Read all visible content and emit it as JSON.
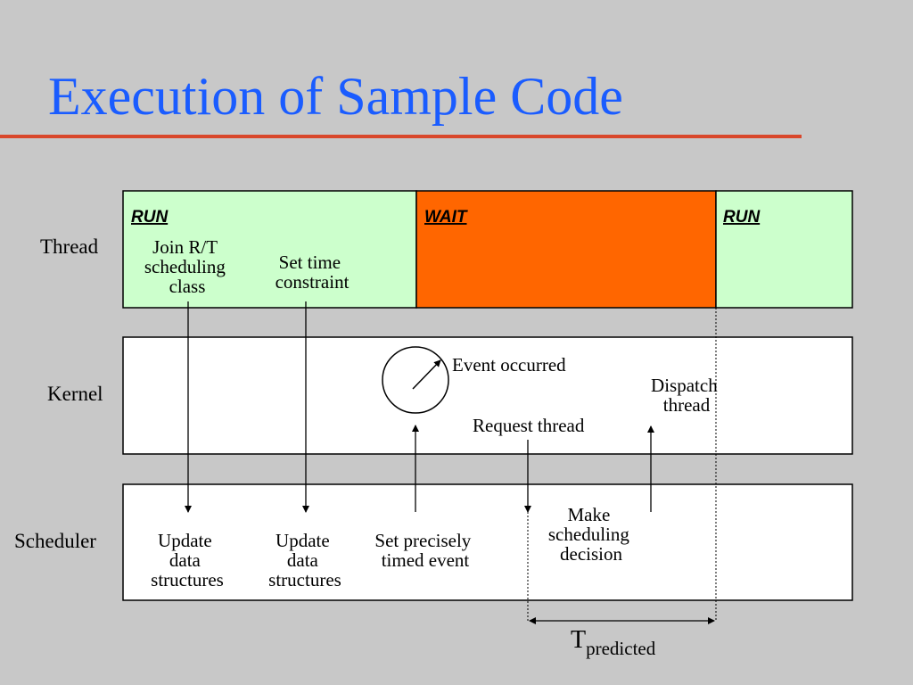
{
  "title": "Execution of Sample Code",
  "rows": {
    "thread": "Thread",
    "kernel": "Kernel",
    "scheduler": "Scheduler"
  },
  "thread_states": [
    {
      "label": "RUN",
      "color": "#ccffcc"
    },
    {
      "label": "WAIT",
      "color": "#ff6600"
    },
    {
      "label": "RUN",
      "color": "#ccffcc"
    }
  ],
  "thread_events": [
    [
      "Join R/T",
      "scheduling",
      "class"
    ],
    [
      "Set time",
      "constraint"
    ]
  ],
  "kernel_events": {
    "event_occurred": "Event occurred",
    "dispatch": [
      "Dispatch",
      "thread"
    ],
    "request": "Request thread"
  },
  "scheduler_events": [
    [
      "Update",
      "data",
      "structures"
    ],
    [
      "Update",
      "data",
      "structures"
    ],
    [
      "Set precisely",
      "timed event"
    ],
    [
      "Make",
      "scheduling",
      "decision"
    ]
  ],
  "t_predicted": {
    "base": "T",
    "sub": "predicted"
  },
  "colors": {
    "title": "#1a5cff",
    "rule": "#d9472b",
    "background": "#c8c8c8"
  }
}
